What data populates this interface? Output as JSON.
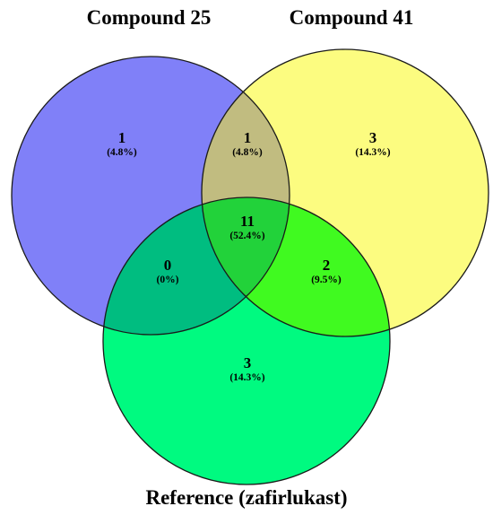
{
  "sets": [
    {
      "id": "A",
      "label": "Compound 25",
      "color": "#8080f8"
    },
    {
      "id": "B",
      "label": "Compound 41",
      "color": "#fcfc80"
    },
    {
      "id": "C",
      "label": "Reference (zafirlukast)",
      "color": "#00fa80"
    }
  ],
  "regions": {
    "A_only": {
      "count": "1",
      "percent": "(4.8%)",
      "color": "#8080f8"
    },
    "AB_only": {
      "count": "1",
      "percent": "(4.8%)",
      "color": "#c1bc80"
    },
    "B_only": {
      "count": "3",
      "percent": "(14.3%)",
      "color": "#fcfc80"
    },
    "ABC": {
      "count": "11",
      "percent": "(52.4%)",
      "color": "#22d23a"
    },
    "AC_only": {
      "count": "0",
      "percent": "(0%)",
      "color": "#00bd80"
    },
    "BC_only": {
      "count": "2",
      "percent": "(9.5%)",
      "color": "#40fa20"
    },
    "C_only": {
      "count": "3",
      "percent": "(14.3%)",
      "color": "#00fa80"
    }
  }
}
